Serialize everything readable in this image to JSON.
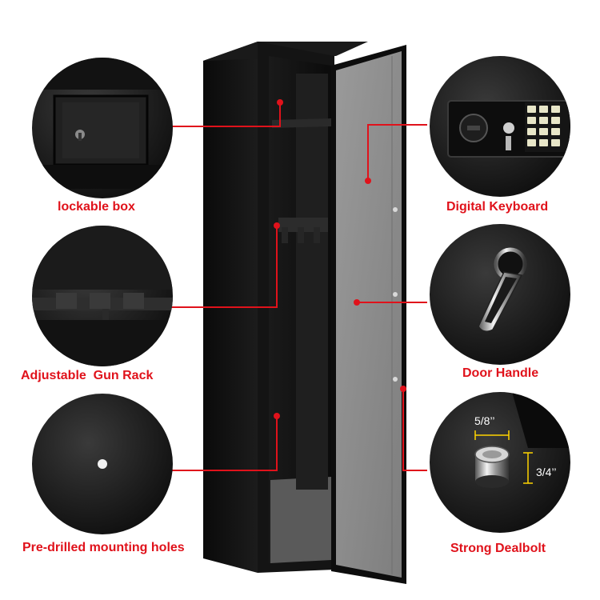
{
  "colors": {
    "accent": "#e0121b",
    "cabinet": "#111111",
    "felt": "#8e8e8e"
  },
  "features": {
    "lockable_box": "lockable box",
    "gun_rack": "Adjustable  Gun Rack",
    "mounting_holes": "Pre-drilled mounting holes",
    "digital_keyboard": "Digital Keyboard",
    "door_handle": "Door Handle",
    "deadbolt": "Strong Dealbolt"
  },
  "dimensions": {
    "width": "5/8’’",
    "height": "3/4’’"
  }
}
